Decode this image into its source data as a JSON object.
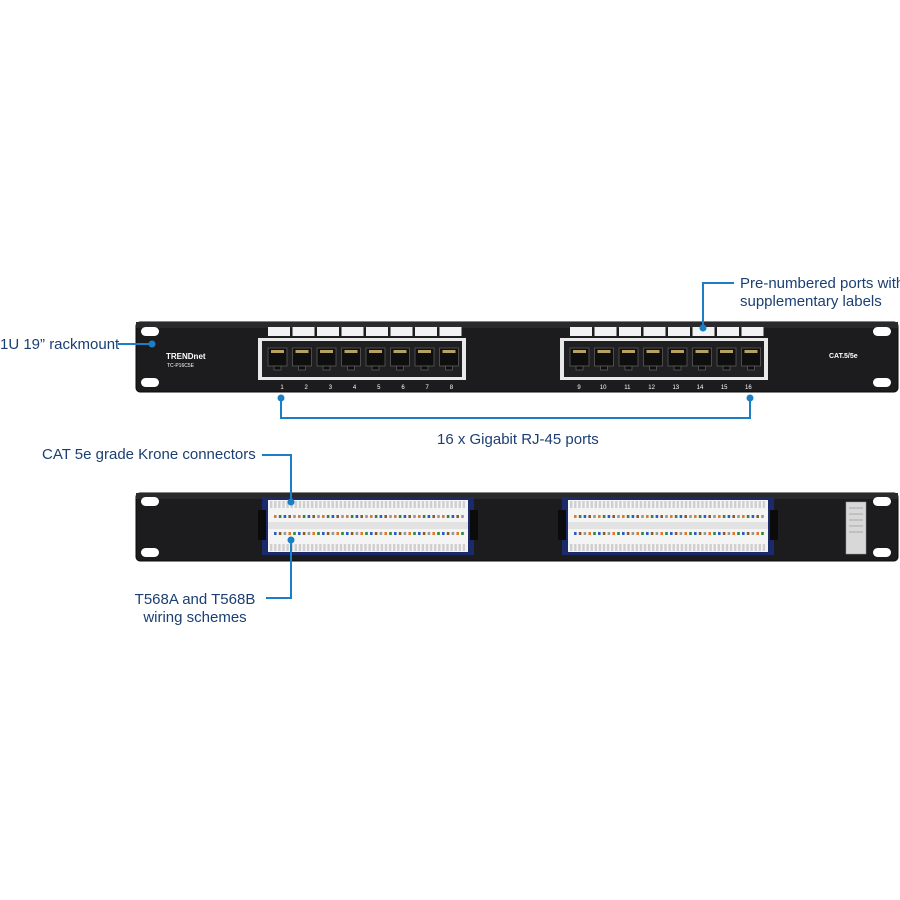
{
  "callouts": {
    "rackmount": "1U 19” rackmount",
    "prenumbered_line1": "Pre-numbered ports with",
    "prenumbered_line2": "supplementary labels",
    "ports": "16 x Gigabit RJ-45 ports",
    "krone": "CAT 5e grade Krone connectors",
    "wiring_line1": "T568A and T568B",
    "wiring_line2": "wiring schemes"
  },
  "front_panel": {
    "brand": "TRENDnet",
    "model": "TC-P16C5E",
    "category": "CAT.5/5e",
    "port_numbers": [
      "1",
      "2",
      "3",
      "4",
      "5",
      "6",
      "7",
      "8",
      "9",
      "10",
      "11",
      "12",
      "13",
      "14",
      "15",
      "16"
    ]
  },
  "colors": {
    "callout_text": "#1b3f73",
    "callout_line": "#1a7fc4",
    "panel": "#1c1c1e",
    "port_frame": "#e9e9e9"
  }
}
